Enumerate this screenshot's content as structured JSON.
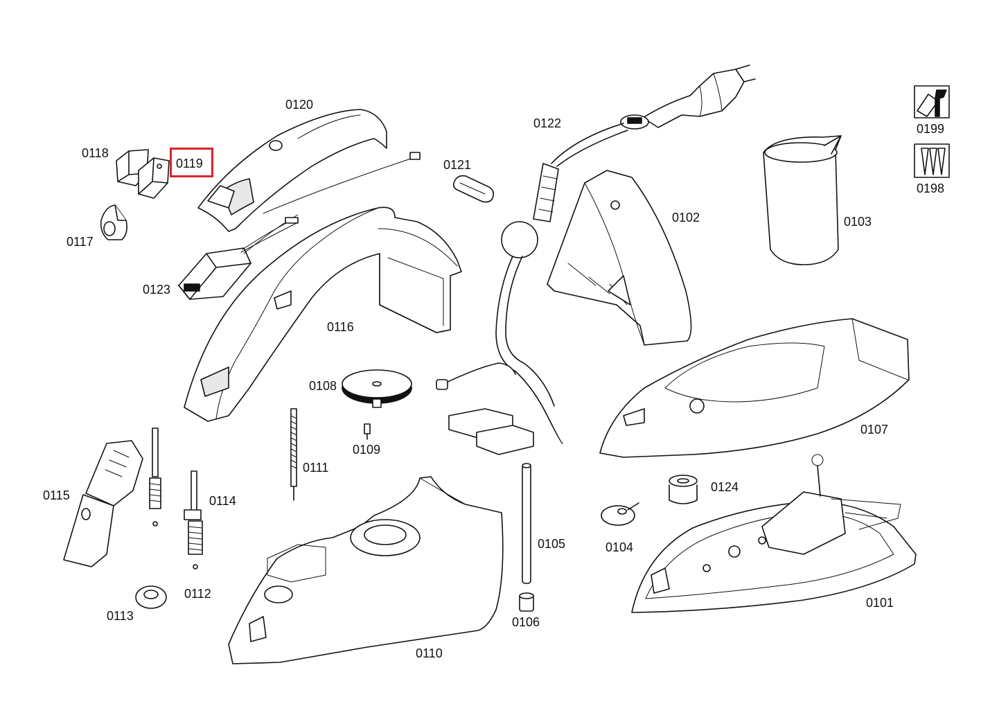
{
  "diagram": {
    "highlighted_part": "0119",
    "highlight_color": "#d9232d",
    "labels": {
      "p0101": "0101",
      "p0102": "0102",
      "p0103": "0103",
      "p0104": "0104",
      "p0105": "0105",
      "p0106": "0106",
      "p0107": "0107",
      "p0108": "0108",
      "p0109": "0109",
      "p0110": "0110",
      "p0111": "0111",
      "p0112": "0112",
      "p0113": "0113",
      "p0114": "0114",
      "p0115": "0115",
      "p0116": "0116",
      "p0117": "0117",
      "p0118": "0118",
      "p0119": "0119",
      "p0120": "0120",
      "p0121": "0121",
      "p0122": "0122",
      "p0123": "0123",
      "p0124": "0124",
      "p0198": "0198",
      "p0199": "0199"
    }
  }
}
